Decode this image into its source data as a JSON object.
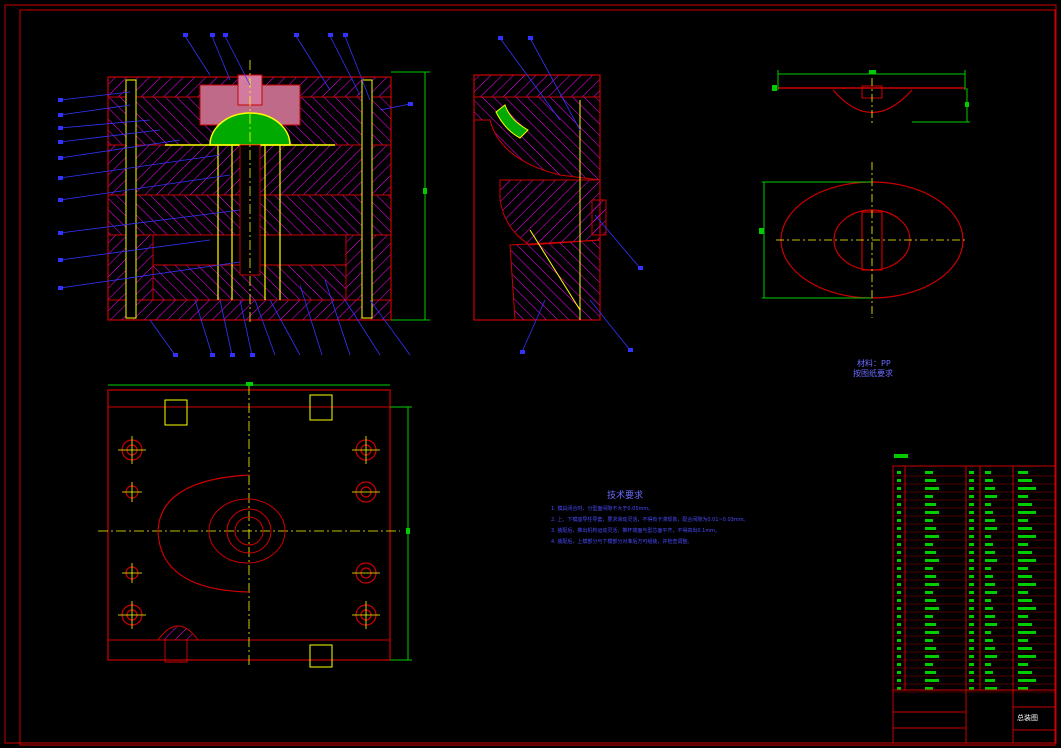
{
  "drawing": {
    "material_label": "材料：PP",
    "material_note": "按图纸要求",
    "tech_title": "技术要求",
    "tech_lines": [
      "1. 模具闭合时，分型面间隙不大于0.05mm。",
      "2. 上、下模座导柱导套，要求滑动灵活，不得有卡滞现象，配合间隙为0.01~0.03mm。",
      "3. 装配后，推出机构运动灵活，推杆端面与型芯面平齐，不得高出0.1mm。",
      "4. 装配后，上模部分与下模部分对准后方可组装，并检查调整。"
    ],
    "title_block_name": "总装图"
  },
  "colors": {
    "frame": "#cc0000",
    "hatch": "#ff00ff",
    "centerline": "#ffff00",
    "dimension": "#00cc00",
    "leader": "#3333ff",
    "text": "#6a6aff",
    "part_fill": "#00aa00"
  }
}
